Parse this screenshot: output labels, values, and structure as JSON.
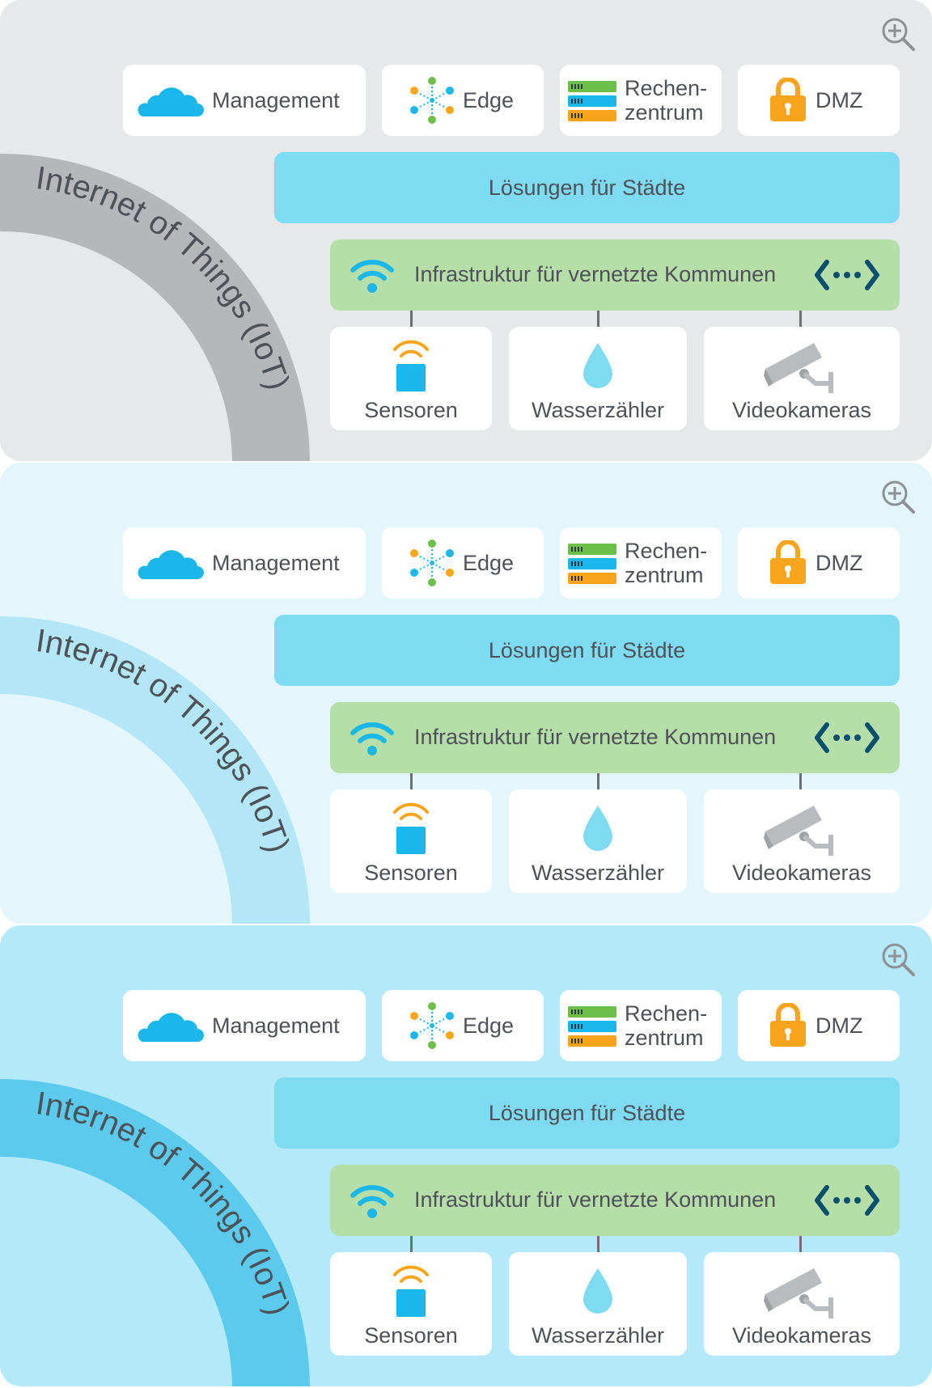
{
  "panels": [
    {
      "theme": "gray",
      "background": "#e6e8e9",
      "arc_color": "#b5b7ba",
      "arc_text": "Internet of Things (IoT)",
      "zoom_icon": "zoom-in-icon",
      "top_row": [
        {
          "label": "Management",
          "icon": "cloud-icon"
        },
        {
          "label": "Edge",
          "icon": "edge-network-icon"
        },
        {
          "label_line1": "Rechen-",
          "label_line2": "zentrum",
          "icon": "server-stack-icon"
        },
        {
          "label": "DMZ",
          "icon": "lock-icon"
        }
      ],
      "solutions_bar": "Lösungen für Städte",
      "infra_bar": {
        "label": "Infrastruktur für vernetzte Kommunen",
        "left_icon": "wifi-icon",
        "right_icon": "network-link-icon"
      },
      "devices": [
        {
          "label": "Sensoren",
          "icon": "sensor-icon"
        },
        {
          "label": "Wasserzähler",
          "icon": "water-drop-icon"
        },
        {
          "label": "Videokameras",
          "icon": "security-camera-icon"
        }
      ]
    },
    {
      "theme": "light-blue",
      "background": "#e3f6fc",
      "arc_color": "#b3e6f6",
      "arc_text": "Internet of Things (IoT)",
      "zoom_icon": "zoom-in-icon",
      "top_row": [
        {
          "label": "Management",
          "icon": "cloud-icon"
        },
        {
          "label": "Edge",
          "icon": "edge-network-icon"
        },
        {
          "label_line1": "Rechen-",
          "label_line2": "zentrum",
          "icon": "server-stack-icon"
        },
        {
          "label": "DMZ",
          "icon": "lock-icon"
        }
      ],
      "solutions_bar": "Lösungen für Städte",
      "infra_bar": {
        "label": "Infrastruktur für vernetzte Kommunen",
        "left_icon": "wifi-icon",
        "right_icon": "network-link-icon"
      },
      "devices": [
        {
          "label": "Sensoren",
          "icon": "sensor-icon"
        },
        {
          "label": "Wasserzähler",
          "icon": "water-drop-icon"
        },
        {
          "label": "Videokameras",
          "icon": "security-camera-icon"
        }
      ]
    },
    {
      "theme": "blue",
      "background": "#b3e9f8",
      "arc_color": "#5ccaec",
      "arc_text": "Internet of Things (IoT)",
      "zoom_icon": "zoom-in-icon",
      "top_row": [
        {
          "label": "Management",
          "icon": "cloud-icon"
        },
        {
          "label": "Edge",
          "icon": "edge-network-icon"
        },
        {
          "label_line1": "Rechen-",
          "label_line2": "zentrum",
          "icon": "server-stack-icon"
        },
        {
          "label": "DMZ",
          "icon": "lock-icon"
        }
      ],
      "solutions_bar": "Lösungen für Städte",
      "infra_bar": {
        "label": "Infrastruktur für vernetzte Kommunen",
        "left_icon": "wifi-icon",
        "right_icon": "network-link-icon"
      },
      "devices": [
        {
          "label": "Sensoren",
          "icon": "sensor-icon"
        },
        {
          "label": "Wasserzähler",
          "icon": "water-drop-icon"
        },
        {
          "label": "Videokameras",
          "icon": "security-camera-icon"
        }
      ]
    }
  ],
  "colors": {
    "cloud": "#1ab8ea",
    "lock": "#f9a51b",
    "server_green": "#6cc04a",
    "server_blue": "#1ab8ea",
    "server_orange": "#f9a51b",
    "wifi": "#1ab8ea",
    "link_dark": "#0a4f6e",
    "sensor_wave": "#f9a51b",
    "sensor_body": "#1ab8ea",
    "water": "#7fdbf2",
    "camera": "#b9bcbf"
  }
}
